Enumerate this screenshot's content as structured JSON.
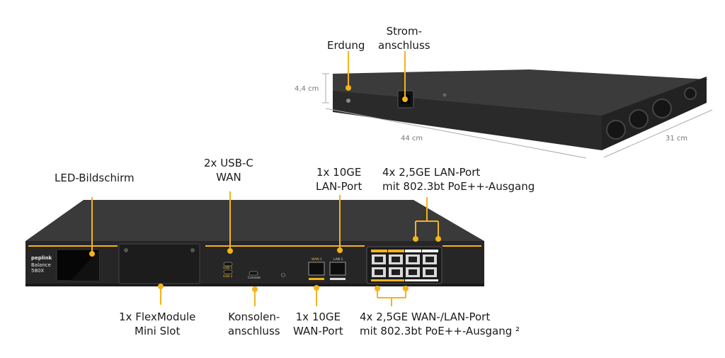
{
  "labels": {
    "erdung": "Erdung",
    "strom_line1": "Strom-",
    "strom_line2": "anschluss",
    "led": "LED-Bildschirm",
    "usb_line1": "2x USB-C",
    "usb_line2": "WAN",
    "lan10_line1": "1x 10GE",
    "lan10_line2": "LAN-Port",
    "lan25_line1": "4x 2,5GE LAN-Port",
    "lan25_line2": "mit 802.3bt PoE++-Ausgang",
    "flex_line1": "1x FlexModule",
    "flex_line2": "Mini Slot",
    "console_line1": "Konsolen-",
    "console_line2": "anschluss",
    "wan10_line1": "1x 10GE",
    "wan10_line2": "WAN-Port",
    "wan25_line1": "4x 2,5GE WAN-/LAN-Port",
    "wan25_line2": "mit 802.3bt PoE++-Ausgang ²"
  },
  "dimensions": {
    "height": "4,4 cm",
    "width": "44 cm",
    "depth": "31 cm"
  },
  "device": {
    "brand": "peplink",
    "model_line1": "Balance",
    "model_line2": "580X",
    "usb1": "USB 1",
    "usb2": "USB 2",
    "console": "Console",
    "wan1": "WAN 1",
    "lan1": "LAN 1"
  },
  "colors": {
    "accent": "#f5b31a",
    "device_body": "#2b2b2b",
    "device_top": "#3a3a3a"
  }
}
